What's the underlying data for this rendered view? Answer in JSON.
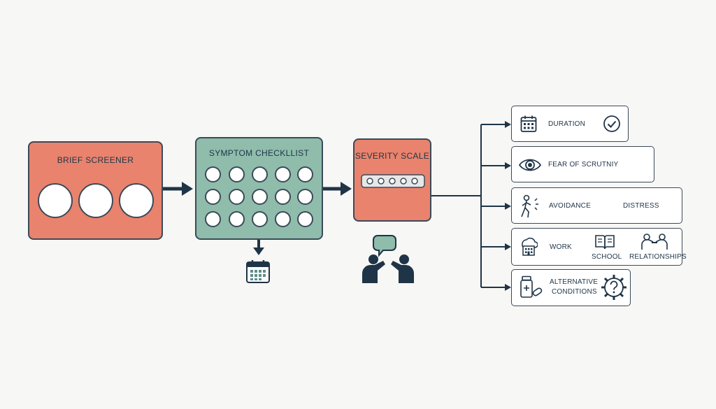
{
  "steps": {
    "brief_screener": {
      "title": "BRIEF SCREENER"
    },
    "symptom_checklist": {
      "title": "SYMPTOM CHECKLLIST"
    },
    "severity_scale": {
      "title": "SEVERITY SCALE"
    }
  },
  "criteria": {
    "duration": {
      "label": "DURATION"
    },
    "fear": {
      "label": "FEAR OF SCRUTNIY"
    },
    "impact": {
      "avoidance": "AVOIDANCE",
      "distress": "DISTRESS"
    },
    "functioning": {
      "work": "WORK",
      "school": "SCHOOL",
      "relationships": "RELATIONSHIPS"
    },
    "alternative": {
      "line1": "ALTERNATIVE",
      "line2": "CONDITIONS"
    }
  },
  "colors": {
    "coral": "#e9836d",
    "sage": "#8fbcab",
    "navy": "#1f3447",
    "outline": "#3b4a58",
    "background": "#f7f7f6"
  },
  "icons": [
    "calendar-icon",
    "conversation-icon",
    "check-circle-icon",
    "eye-icon",
    "avoidance-person-icon",
    "building-icon",
    "book-icon",
    "relationship-people-icon",
    "medication-icon",
    "question-gear-icon"
  ]
}
